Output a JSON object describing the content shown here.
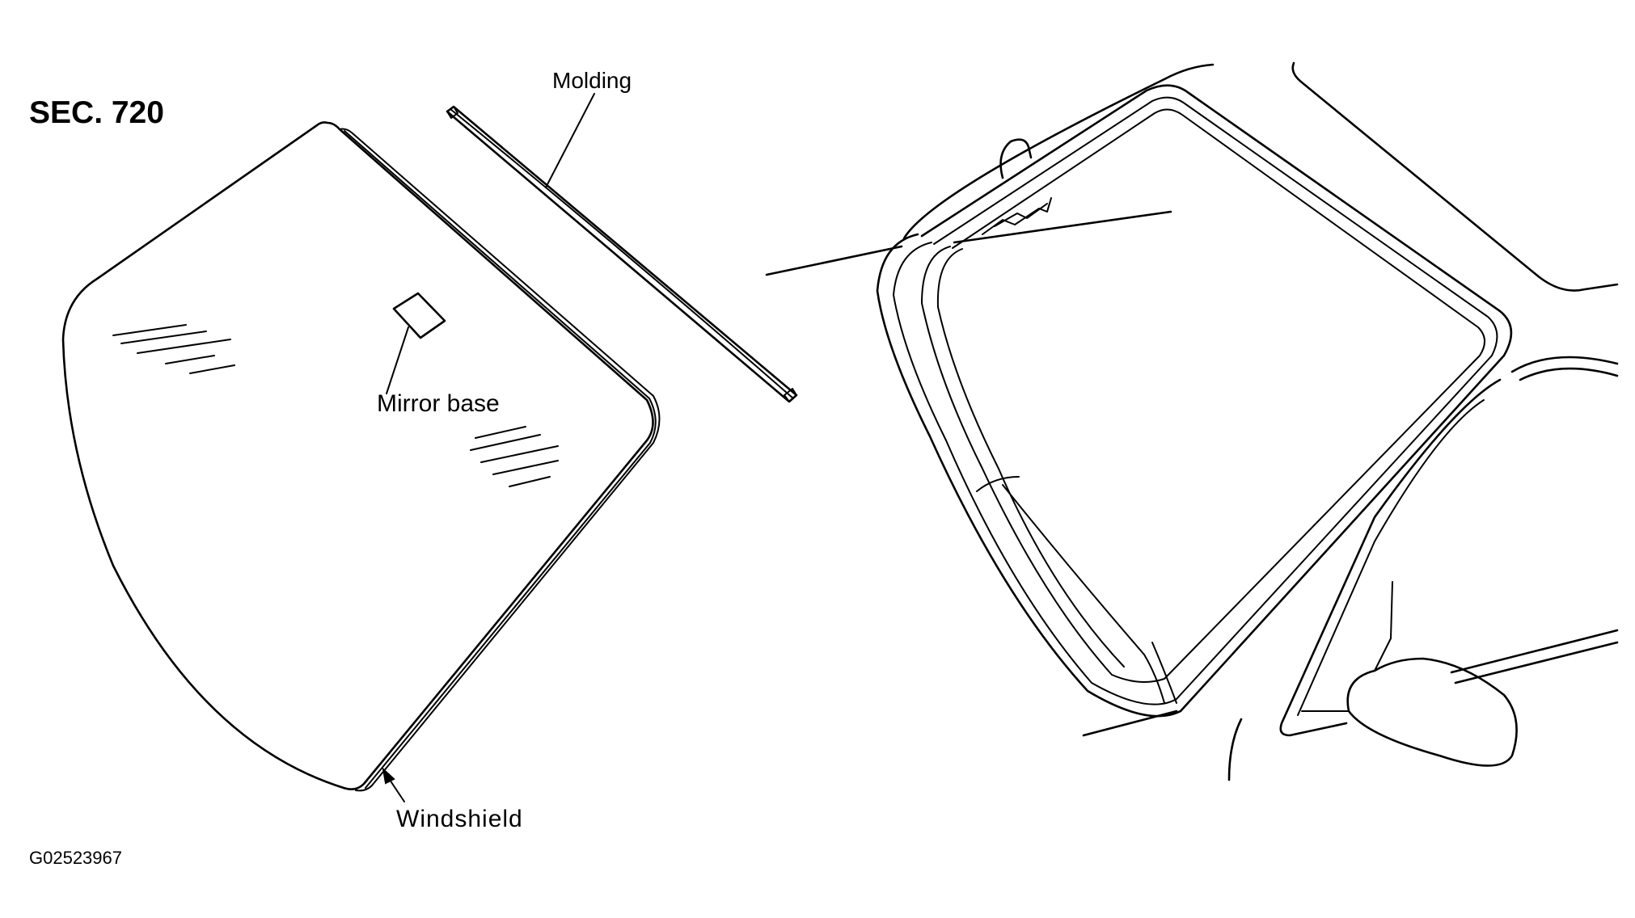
{
  "labels": {
    "section": "SEC. 720",
    "molding": "Molding",
    "mirror_base": "Mirror base",
    "windshield": "Windshield",
    "figure_id": "G02523967"
  }
}
